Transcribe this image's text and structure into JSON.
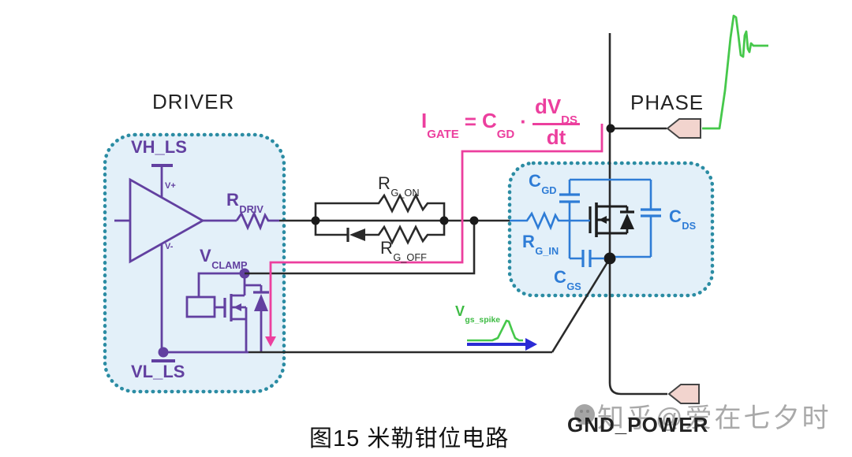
{
  "figure": {
    "caption": "图15 米勒钳位电路",
    "watermark": "知乎@爱在七夕时"
  },
  "driver_block": {
    "title": "DRIVER",
    "labels": {
      "vh_ls": "VH_LS",
      "vl_ls": "VL_LS",
      "v_plus": "V+",
      "v_minus": "V-",
      "r_driv": {
        "main": "R",
        "sub": "DRIV"
      },
      "v_clamp": {
        "main": "V",
        "sub": "CLAMP"
      }
    }
  },
  "gate_network": {
    "r_g_on": {
      "main": "R",
      "sub": "G_ON"
    },
    "r_g_off": {
      "main": "R",
      "sub": "G_OFF"
    }
  },
  "formula": {
    "i_main": "I",
    "i_sub": "GATE",
    "eq": "=",
    "c_main": "C",
    "c_sub": "GD",
    "dot": "·",
    "num_main": "dV",
    "num_sub": "DS",
    "den": "dt"
  },
  "mosfet_block": {
    "c_gd": {
      "main": "C",
      "sub": "GD"
    },
    "r_g_in": {
      "main": "R",
      "sub": "G_IN"
    },
    "c_gs": {
      "main": "C",
      "sub": "GS"
    },
    "c_ds": {
      "main": "C",
      "sub": "DS"
    }
  },
  "nodes": {
    "phase": "PHASE",
    "gnd": "GND_POWER"
  },
  "annotations": {
    "vgs_spike": {
      "main": "V",
      "sub": "gs_spike"
    }
  },
  "colors": {
    "wire_black": "#2a2a2a",
    "purple": "#6240a0",
    "pink": "#ec3f9e",
    "blue": "#2e7cd6",
    "teal_border": "#2b8ca3",
    "box_fill": "#e3f0f9",
    "green": "#46c84b",
    "arrow_blue": "#2b2bd5",
    "connector_fill": "#f2d4ce",
    "watermark_gray": "#9b9b9b"
  }
}
